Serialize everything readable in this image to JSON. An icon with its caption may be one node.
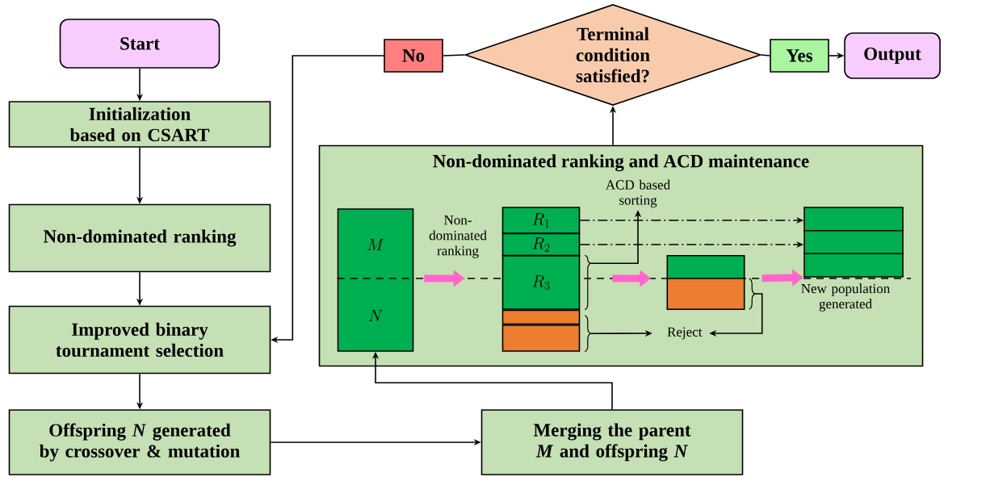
{
  "diagram": {
    "nodes": [
      {
        "text": [
          "Start"
        ]
      },
      {
        "text": [
          "Initialization based on CSART"
        ]
      },
      {
        "text": [
          "Non-dominated ranking"
        ]
      },
      {
        "text": [
          "Improved binary tournament selection"
        ]
      },
      {
        "text": [
          "Offspring *N* generated by crossover & mutation"
        ]
      },
      {
        "text": [
          "Merging the parent *M* and offspring *N*"
        ]
      },
      {
        "text": [
          "Non-dominated ranking and ACD maintenance"
        ]
      },
      {
        "text": [
          "M",
          "N"
        ],
        "in": 6
      },
      {
        "text": [
          "R_1"
        ],
        "in": 6
      },
      {
        "text": [
          "R_2"
        ],
        "in": 6
      },
      {
        "text": [
          "R_3"
        ],
        "in": 6
      },
      {
        "text": [],
        "shape": "box",
        "in": 6
      },
      {
        "text": [],
        "shape": "box",
        "in": 6
      },
      {
        "text": [],
        "shape": "box",
        "in": 6
      },
      {
        "text": [],
        "shape": "box",
        "in": 6,
        "beside": [
          "New population generated"
        ]
      },
      {
        "text": [
          "ACD based sorting"
        ],
        "in": 6
      },
      {
        "text": [
          "Reject"
        ],
        "in": 6
      },
      {
        "text": [
          "Terminal condition satisfied?"
        ]
      },
      {
        "text": [
          "No"
        ]
      },
      {
        "text": [
          "Yes"
        ]
      },
      {
        "text": [
          "Output"
        ]
      }
    ],
    "edges": [
      {
        "from": 0,
        "to": 1,
        "arrow": "to"
      },
      {
        "from": 1,
        "to": 2,
        "arrow": "to"
      },
      {
        "from": 2,
        "to": 3,
        "arrow": "to"
      },
      {
        "from": 3,
        "to": 4,
        "arrow": "to"
      },
      {
        "from": 4,
        "to": 5,
        "arrow": "to"
      },
      {
        "from": 5,
        "to": 7,
        "arrow": "to"
      },
      {
        "from": 6,
        "to": 17,
        "arrow": "to"
      },
      {
        "from": 17,
        "to": 18,
        "arrow": "none"
      },
      {
        "from": 18,
        "to": 3,
        "arrow": "to"
      },
      {
        "from": 17,
        "to": 19,
        "arrow": "none"
      },
      {
        "from": 19,
        "to": 20,
        "arrow": "to"
      },
      {
        "from": 7,
        "to": 10,
        "arrow": "to",
        "label": "Non- dominated ranking",
        "style": "thick",
        "color": "#ff66cc"
      },
      {
        "from": 10,
        "to": 13,
        "arrow": "to",
        "style": "thick",
        "color": "#ff66cc"
      },
      {
        "from": 13,
        "to": 14,
        "arrow": "to",
        "style": "thick",
        "color": "#ff66cc"
      },
      {
        "from": 8,
        "to": 14,
        "arrow": "to",
        "style": "dashed"
      },
      {
        "from": 9,
        "to": 14,
        "arrow": "to",
        "style": "dashed"
      },
      {
        "from": 10,
        "to": 15,
        "arrow": "to"
      },
      {
        "from": 11,
        "to": 16,
        "arrow": "to"
      },
      {
        "from": 12,
        "to": 16,
        "arrow": "to"
      },
      {
        "from": 13,
        "to": 16,
        "arrow": "to"
      }
    ]
  }
}
